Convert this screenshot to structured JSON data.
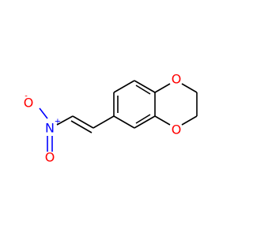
{
  "molecule": {
    "atoms": {
      "o_ring_top": {
        "symbol": "O",
        "color": "#ff0000"
      },
      "o_ring_bottom": {
        "symbol": "O",
        "color": "#ff0000"
      },
      "n_nitro": {
        "symbol": "N",
        "charge": "+",
        "color": "#0000ff"
      },
      "o_nitro_top": {
        "symbol": "O",
        "charge": "-",
        "color": "#ff0000"
      },
      "o_nitro_bottom": {
        "symbol": "O",
        "color": "#ff0000"
      }
    }
  }
}
